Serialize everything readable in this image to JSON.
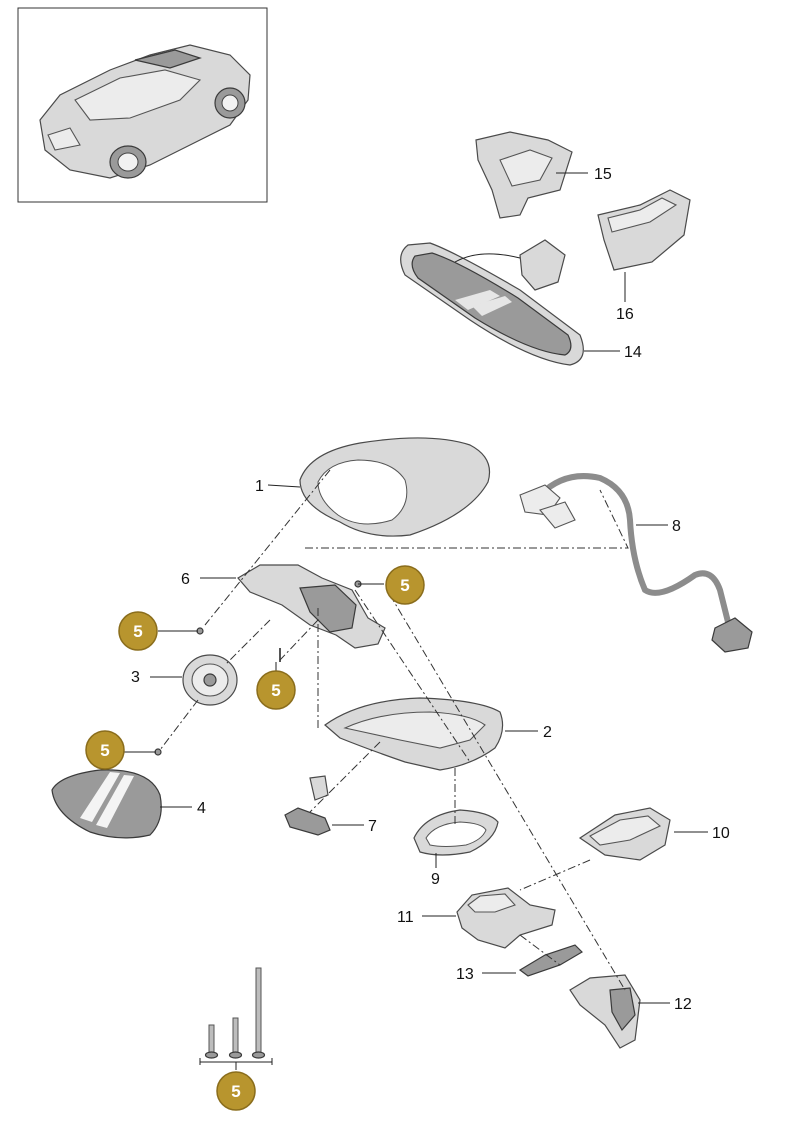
{
  "labels": {
    "l1": "1",
    "l2": "2",
    "l3": "3",
    "l4": "4",
    "l6": "6",
    "l7": "7",
    "l8": "8",
    "l9": "9",
    "l10": "10",
    "l11": "11",
    "l12": "12",
    "l13": "13",
    "l14": "14",
    "l15": "15",
    "l16": "16"
  },
  "badges": {
    "b1": "5",
    "b2": "5",
    "b3": "5",
    "b4": "5",
    "b5": "5"
  },
  "colors": {
    "badge_fill": "#b8952e",
    "badge_stroke": "#8a6d1c",
    "part_fill": "#d9d9d9",
    "line": "#222222"
  }
}
